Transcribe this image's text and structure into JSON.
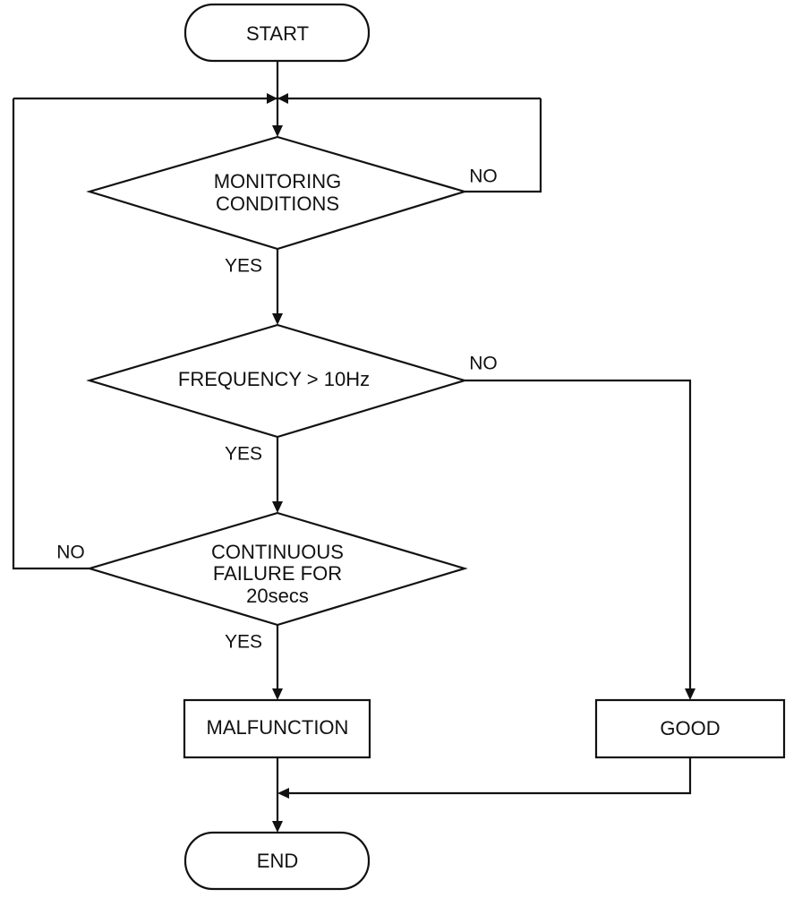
{
  "nodes": {
    "start": "START",
    "monitoring": [
      "MONITORING",
      "CONDITIONS"
    ],
    "frequency": "FREQUENCY > 10Hz",
    "continuous": [
      "CONTINUOUS",
      "FAILURE FOR",
      "20secs"
    ],
    "malfunction": "MALFUNCTION",
    "good": "GOOD",
    "end": "END"
  },
  "edges": {
    "monitoring_yes": "YES",
    "monitoring_no": "NO",
    "frequency_yes": "YES",
    "frequency_no": "NO",
    "continuous_yes": "YES",
    "continuous_no": "NO"
  },
  "colors": {
    "line": "#111111",
    "background": "#ffffff"
  }
}
